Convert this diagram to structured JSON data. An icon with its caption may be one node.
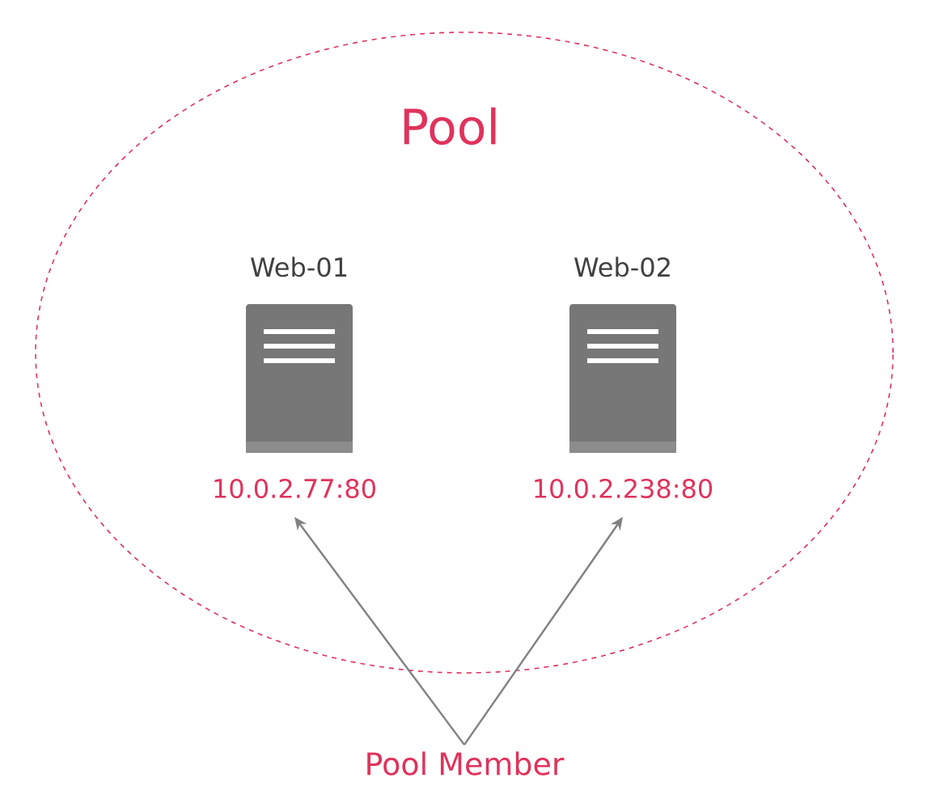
{
  "diagram": {
    "nodes": [
      {
        "text": [
          "Pool"
        ]
      },
      {
        "text": [
          "Web-01",
          "10.0.2.77:80"
        ],
        "in": 0
      },
      {
        "text": [
          "Web-02",
          "10.0.2.238:80"
        ],
        "in": 0
      },
      {
        "text": [
          "Pool Member"
        ]
      }
    ],
    "edges": [
      {
        "from": 3,
        "to": 1,
        "arrow": "to"
      },
      {
        "from": 3,
        "to": 2,
        "arrow": "to"
      }
    ]
  }
}
